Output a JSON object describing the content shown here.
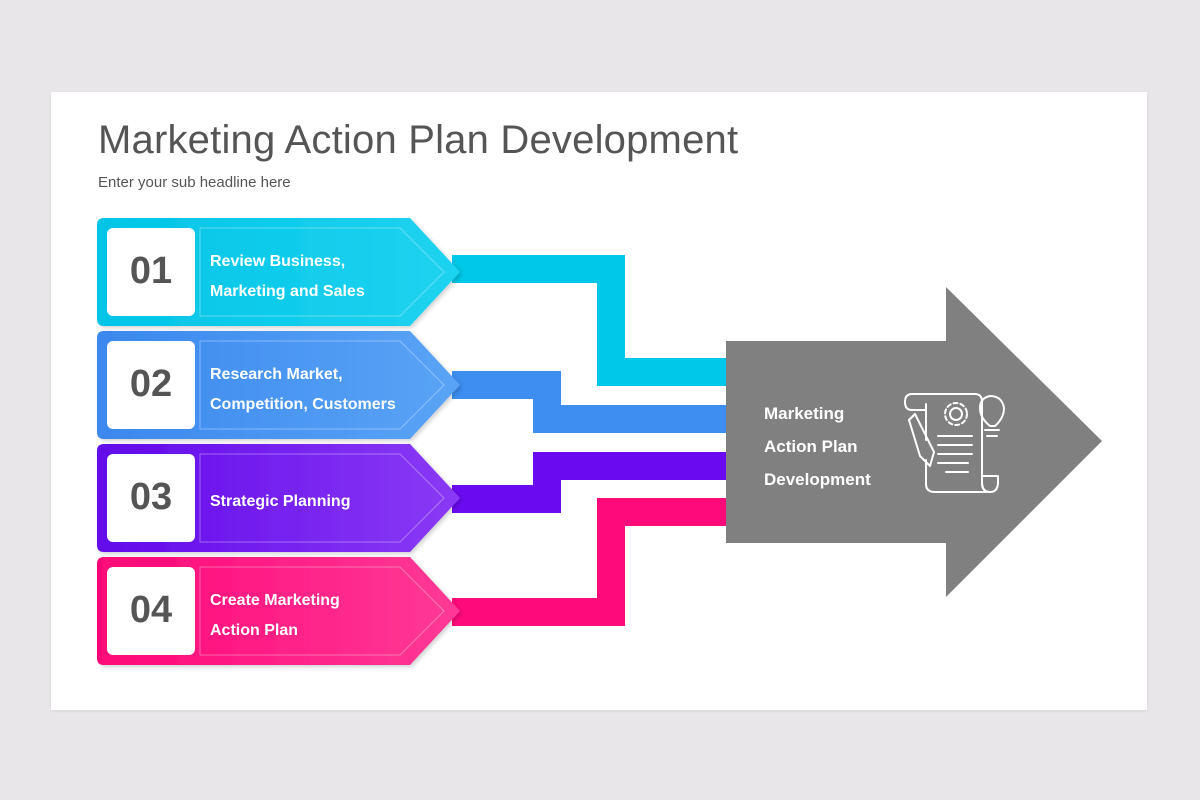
{
  "slide": {
    "title": "Marketing Action Plan Development",
    "subtitle": "Enter your sub headline here"
  },
  "steps": [
    {
      "number": "01",
      "line1": "Review Business,",
      "line2": "Marketing and Sales",
      "color": "#00c8e8",
      "color_light": "#2fd6f0"
    },
    {
      "number": "02",
      "line1": "Research Market,",
      "line2": "Competition,  Customers",
      "color": "#3d8ef0",
      "color_light": "#5ba4f5"
    },
    {
      "number": "03",
      "line1": "Strategic Planning",
      "line2": "",
      "color": "#6a0af0",
      "color_light": "#8a3af5"
    },
    {
      "number": "04",
      "line1": "Create Marketing",
      "line2": "Action Plan",
      "color": "#ff0a7a",
      "color_light": "#ff3a96"
    }
  ],
  "target": {
    "line1": "Marketing",
    "line2": "Action Plan",
    "line3": "Development",
    "icon": "plan-document-gear-lightbulb-icon",
    "color": "#808080"
  }
}
